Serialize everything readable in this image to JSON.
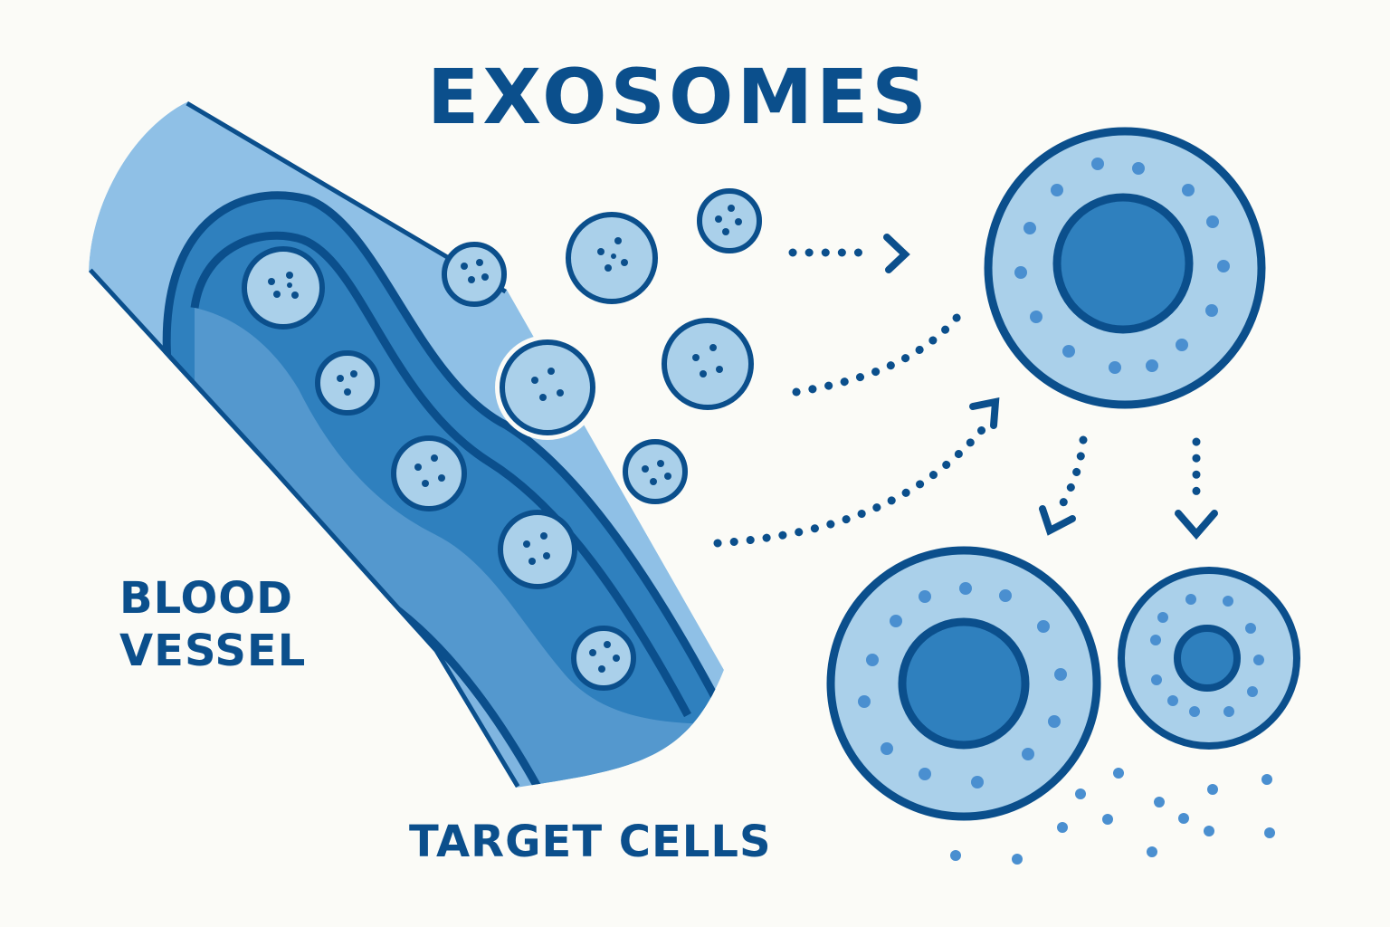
{
  "title": "EXOSOMES",
  "labels": {
    "blood_vessel_line1": "BLOOD",
    "blood_vessel_line2": "VESSEL",
    "target_cells": "TARGET CELLS"
  },
  "colors": {
    "background": "#fbfbf7",
    "outline": "#0b4f8c",
    "dark_blue": "#2f80be",
    "light_blue": "#aad0ea",
    "mid_blue": "#72acdb",
    "dots": "#4a8fd0"
  },
  "icons": [
    "exosome-vesicle",
    "target-cell",
    "dotted-arrow",
    "blood-vessel"
  ]
}
